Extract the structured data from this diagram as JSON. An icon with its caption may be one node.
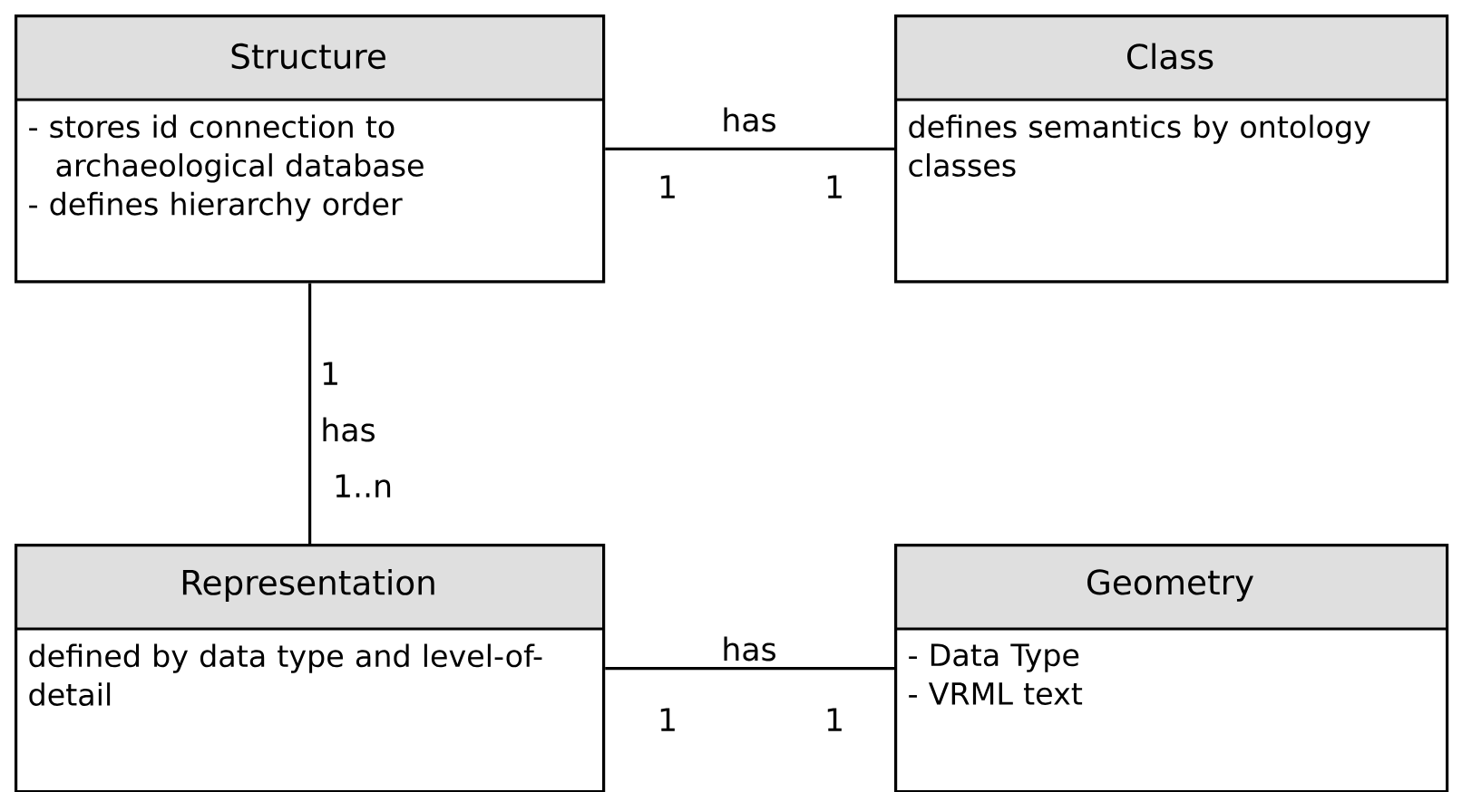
{
  "diagram": {
    "nodes": [
      {
        "text": [
          "Structure",
          "- stores id connection to archaeological database",
          "- defines hierarchy order"
        ]
      },
      {
        "text": [
          "Class",
          "defines semantics by ontology classes"
        ]
      },
      {
        "text": [
          "Representation",
          "defined by data type and level-of-detail"
        ]
      },
      {
        "text": [
          "Geometry",
          "- Data Type",
          "- VRML text"
        ]
      }
    ],
    "edges": [
      {
        "from": 0,
        "to": 1,
        "arrow": "none",
        "label": "has"
      },
      {
        "from": 0,
        "to": 2,
        "arrow": "none",
        "label": "has"
      },
      {
        "from": 2,
        "to": 3,
        "arrow": "none",
        "label": "has"
      }
    ],
    "labels": [
      "1",
      "1",
      "1",
      "1..n",
      "1",
      "1"
    ]
  }
}
